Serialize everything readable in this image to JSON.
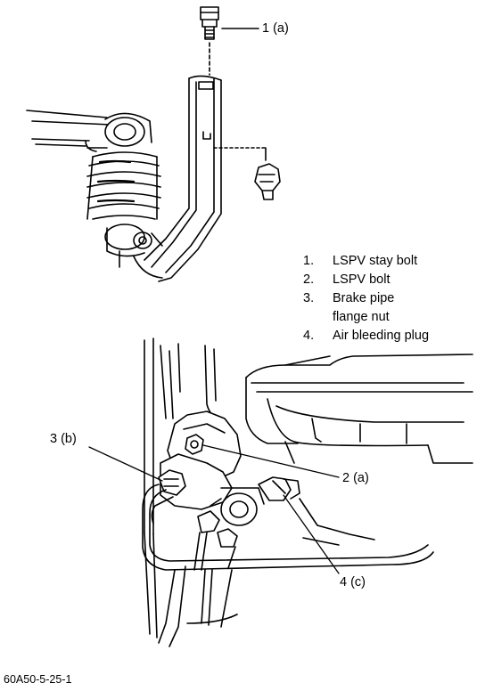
{
  "callouts": {
    "c1": "1 (a)",
    "c2": "2 (a)",
    "c3": "3 (b)",
    "c4": "4 (c)"
  },
  "legend": {
    "items": [
      {
        "num": "1.",
        "text": "LSPV stay bolt"
      },
      {
        "num": "2.",
        "text": "LSPV bolt"
      },
      {
        "num": "3.",
        "text": "Brake pipe"
      },
      {
        "num": "",
        "text": "flange nut"
      },
      {
        "num": "4.",
        "text": "Air bleeding plug"
      }
    ]
  },
  "figure_id": "60A50-5-25-1",
  "colors": {
    "ink": "#000000",
    "paper": "#ffffff"
  }
}
